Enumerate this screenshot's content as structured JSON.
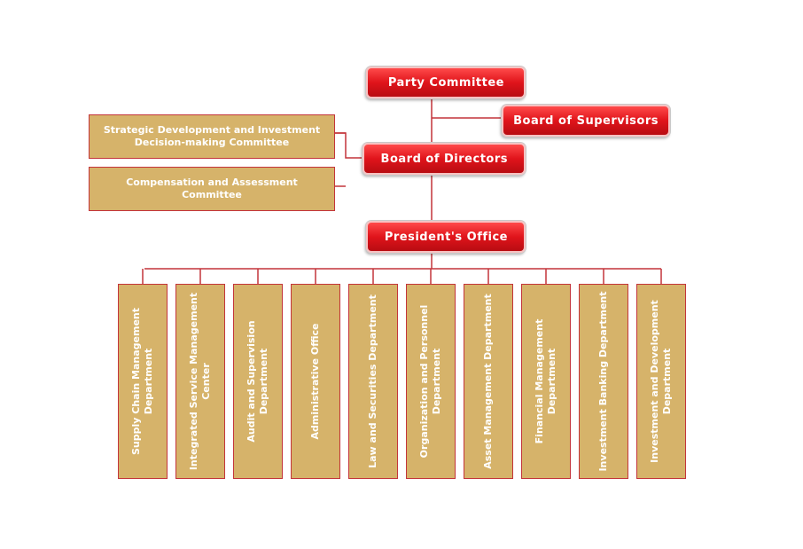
{
  "party_committee": "Party Committee",
  "board_of_supervisors": "Board of Supervisors",
  "board_of_directors": "Board of Directors",
  "presidents_office": "President's Office",
  "committees": [
    "Strategic Development and Investment Decision-making Committee",
    "Compensation and Assessment Committee"
  ],
  "departments": [
    "Investment and Development Department",
    "Investment Banking Department",
    "Financial Management Department",
    "Asset Management Department",
    "Organization and Personnel Department",
    "Law and Securities Department",
    "Administrative Office",
    "Audit and Supervision Department",
    "Integrated Service Management Center",
    "Supply Chain Management Department"
  ],
  "colors": {
    "node_red": "#e0141b",
    "box_gold": "#d6b36a",
    "line_red": "#c3343a"
  }
}
